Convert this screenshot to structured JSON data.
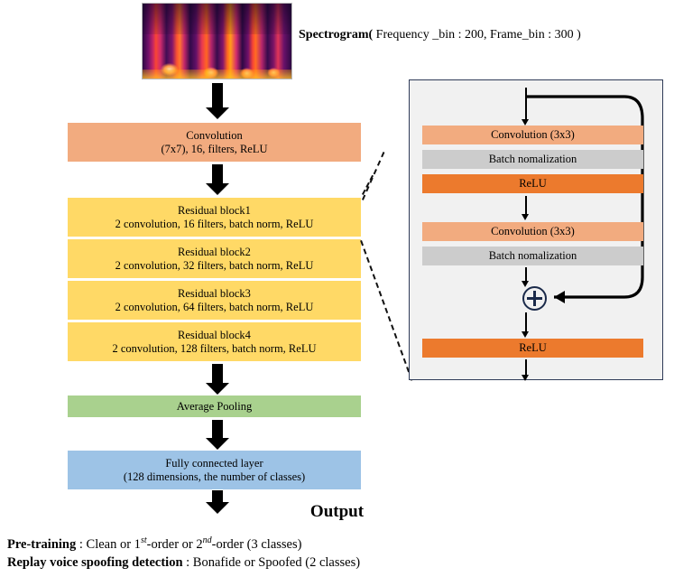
{
  "spectrogram": {
    "icon": "spectrogram-image",
    "caption_bold": "Spectrogram(",
    "caption_rest": " Frequency _bin : 200, Frame_bin : 300 )"
  },
  "main_flow": {
    "blocks": [
      {
        "name": "convolution",
        "line1": "Convolution",
        "line2": "(7x7), 16, filters, ReLU",
        "color": "#f2ab7f"
      },
      {
        "name": "residual-block-1",
        "line1": "Residual block1",
        "line2": "2 convolution, 16 filters, batch norm, ReLU",
        "color": "#ffd966"
      },
      {
        "name": "residual-block-2",
        "line1": "Residual block2",
        "line2": "2 convolution, 32 filters, batch norm, ReLU",
        "color": "#ffd966"
      },
      {
        "name": "residual-block-3",
        "line1": "Residual block3",
        "line2": "2 convolution, 64 filters, batch norm, ReLU",
        "color": "#ffd966"
      },
      {
        "name": "residual-block-4",
        "line1": "Residual block4",
        "line2": "2 convolution, 128 filters, batch norm, ReLU",
        "color": "#ffd966"
      },
      {
        "name": "average-pooling",
        "line1": "Average Pooling",
        "line2": "",
        "color": "#a9d18e"
      },
      {
        "name": "fully-connected-layer",
        "line1": "Fully connected layer",
        "line2": "(128 dimensions, the number of classes)",
        "color": "#9dc3e6"
      }
    ],
    "output_label": "Output"
  },
  "detail_panel": {
    "blocks": [
      {
        "name": "panel-convolution-1",
        "label": "Convolution (3x3)",
        "color": "#f2ab7f"
      },
      {
        "name": "panel-batch-norm-1",
        "label": "Batch nomalization",
        "color": "#cccccc"
      },
      {
        "name": "panel-relu-1",
        "label": "ReLU",
        "color": "#ec7a2d"
      },
      {
        "name": "panel-convolution-2",
        "label": "Convolution (3x3)",
        "color": "#f2ab7f"
      },
      {
        "name": "panel-batch-norm-2",
        "label": "Batch nomalization",
        "color": "#cccccc"
      },
      {
        "name": "panel-relu-2",
        "label": "ReLU",
        "color": "#ec7a2d"
      }
    ],
    "add_operator": "plus-circle-icon"
  },
  "footnotes": {
    "line1_bold": "Pre-training",
    "line1_a": " : Clean or 1",
    "line1_sup1": "st",
    "line1_b": "-order or 2",
    "line1_sup2": "nd",
    "line1_c": "-order (3 classes)",
    "line2_bold": "Replay voice spoofing detection",
    "line2_rest": " : Bonafide or Spoofed (2 classes)"
  },
  "colors": {
    "salmon": "#f2ab7f",
    "yellow": "#ffd966",
    "green": "#a9d18e",
    "blue": "#9dc3e6",
    "gray": "#cccccc",
    "orange": "#ec7a2d",
    "panel_bg": "#f1f1f1",
    "panel_border": "#2f3b58",
    "arrow": "#000000"
  }
}
